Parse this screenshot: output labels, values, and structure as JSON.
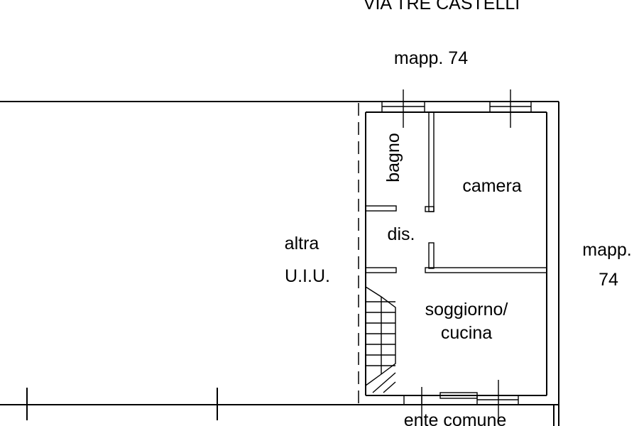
{
  "labels": {
    "street": "VIA TRE CASTELLI",
    "north_parcel": "mapp. 74",
    "east_parcel_line1": "mapp.",
    "east_parcel_line2": "74",
    "other_unit_line1": "altra",
    "other_unit_line2": "U.I.U.",
    "bathroom": "bagno",
    "bedroom": "camera",
    "hallway": "dis.",
    "living_line1": "soggiorno/",
    "living_line2": "cucina",
    "common_area": "ente comune"
  }
}
